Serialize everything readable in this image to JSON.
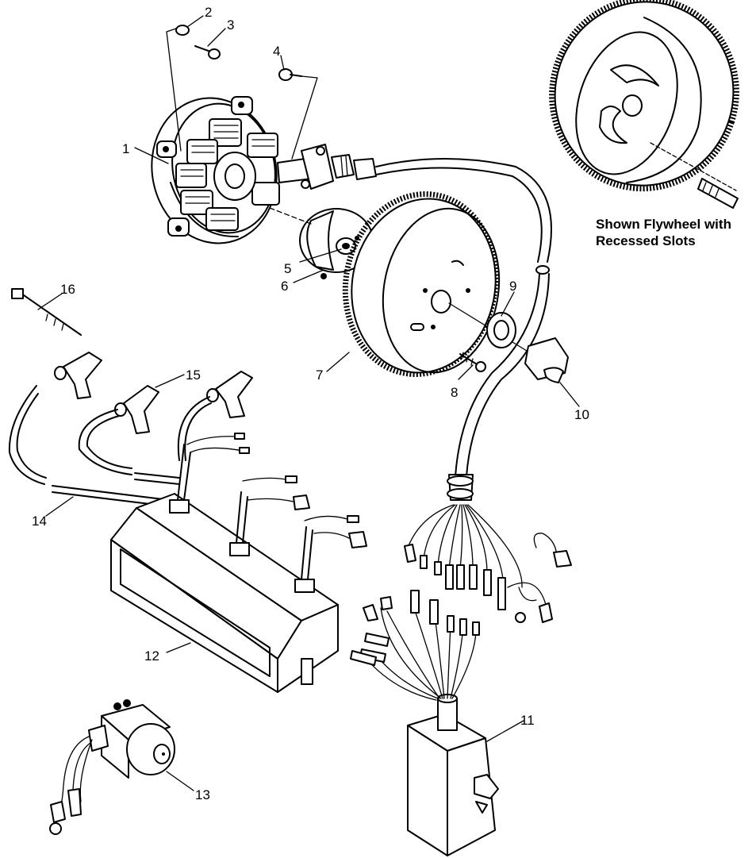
{
  "labels": {
    "l1": "1",
    "l2": "2",
    "l3": "3",
    "l4": "4",
    "l5": "5",
    "l6": "6",
    "l7": "7",
    "l8": "8",
    "l9": "9",
    "l10": "10",
    "l11": "11",
    "l12": "12",
    "l13": "13",
    "l14": "14",
    "l15": "15",
    "l16": "16"
  },
  "note": {
    "line1": "Shown Flywheel with",
    "line2": "Recessed Slots"
  }
}
